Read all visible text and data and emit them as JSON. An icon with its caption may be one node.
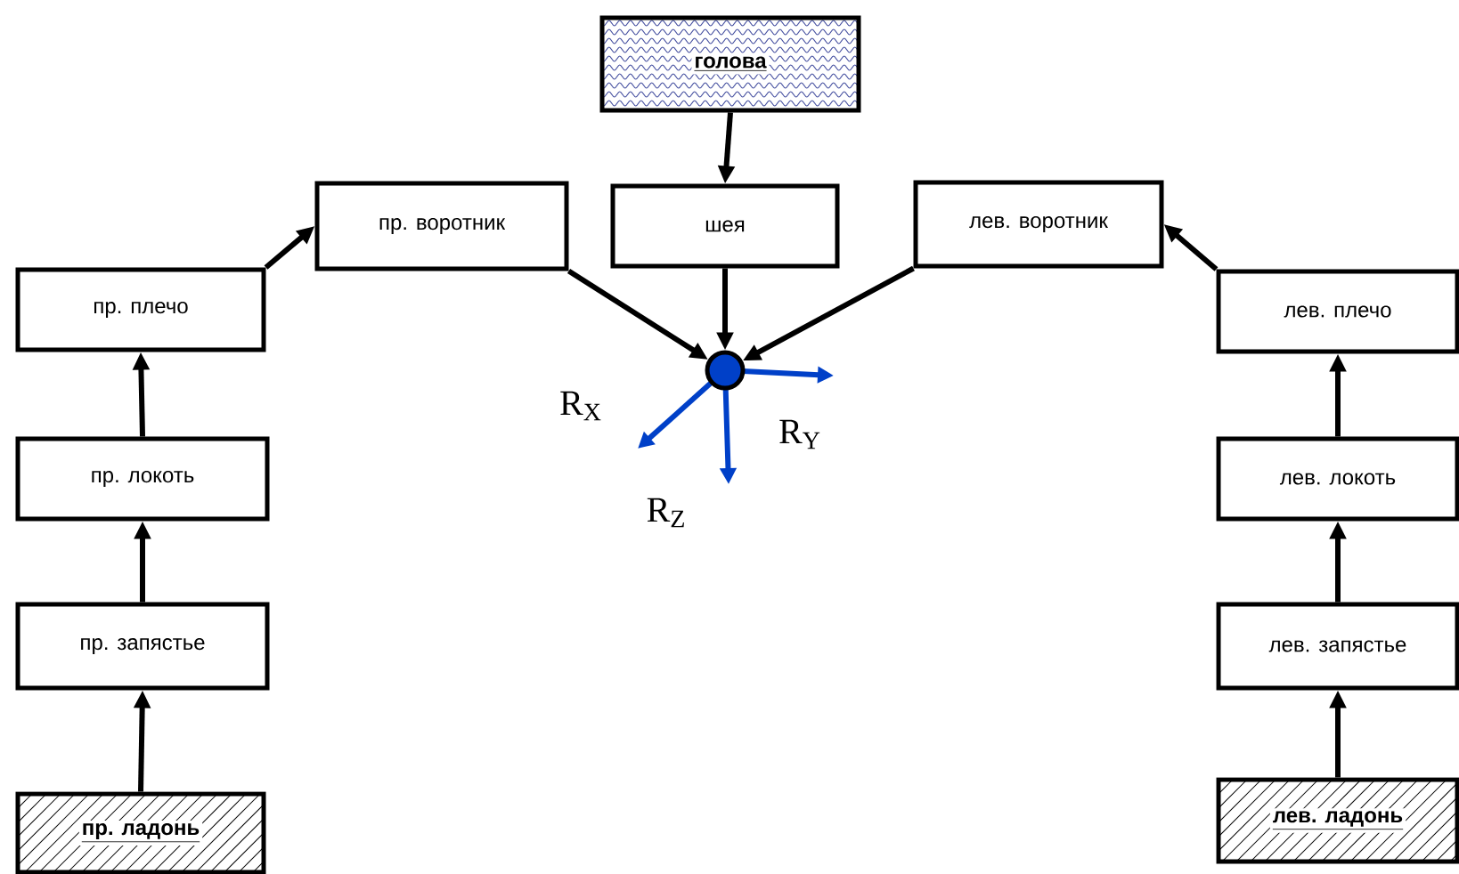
{
  "diagram": {
    "nodes": [
      {
        "text": [
          "голова"
        ]
      },
      {
        "text": [
          "пр. воротник"
        ]
      },
      {
        "text": [
          "шея"
        ]
      },
      {
        "text": [
          "лев. воротник"
        ]
      },
      {
        "text": [
          "пр. плечо"
        ]
      },
      {
        "text": [
          "лев. плечо"
        ]
      },
      {
        "text": [],
        "shape": "circle"
      },
      {
        "text": [
          "пр. локоть"
        ]
      },
      {
        "text": [
          "лев. локоть"
        ]
      },
      {
        "text": [
          "пр. запястье"
        ]
      },
      {
        "text": [
          "лев. запястье"
        ]
      },
      {
        "text": [
          "пр. ладонь"
        ]
      },
      {
        "text": [
          "лев. ладонь"
        ]
      }
    ],
    "edges": [
      {
        "from": 0,
        "to": 2,
        "arrow": "to"
      },
      {
        "from": 1,
        "to": 6,
        "arrow": "to"
      },
      {
        "from": 2,
        "to": 6,
        "arrow": "to"
      },
      {
        "from": 3,
        "to": 6,
        "arrow": "to"
      },
      {
        "from": 4,
        "to": 1,
        "arrow": "to"
      },
      {
        "from": 5,
        "to": 3,
        "arrow": "to"
      },
      {
        "from": 7,
        "to": 4,
        "arrow": "to"
      },
      {
        "from": 8,
        "to": 5,
        "arrow": "to"
      },
      {
        "from": 9,
        "to": 7,
        "arrow": "to"
      },
      {
        "from": 10,
        "to": 8,
        "arrow": "to"
      },
      {
        "from": 11,
        "to": 9,
        "arrow": "to"
      },
      {
        "from": 12,
        "to": 10,
        "arrow": "to"
      }
    ],
    "labels": [
      "R$_{X}$",
      "R$_{Y}$",
      "R$_{Z}$"
    ]
  }
}
